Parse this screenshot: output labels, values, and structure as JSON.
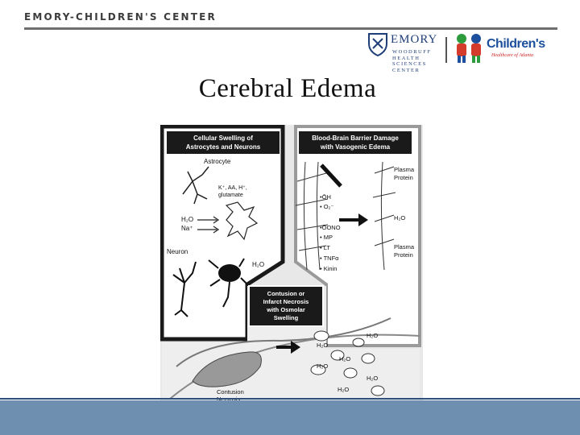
{
  "header": {
    "org": "EMORY-CHILDREN'S CENTER"
  },
  "logos": {
    "emory": "EMORY",
    "whsc": [
      "WOODRUFF",
      "HEALTH",
      "SCIENCES",
      "CENTER"
    ],
    "childrens": "Children's",
    "childrens_sub": "Healthcare of Atlanta"
  },
  "slide": {
    "title": "Cerebral Edema"
  },
  "diagram": {
    "panel_left_title": [
      "Cellular Swelling of",
      "Astrocytes and Neurons"
    ],
    "panel_right_title": [
      "Blood-Brain Barrier Damage",
      "with Vasogenic Edema"
    ],
    "panel_bottom_title": [
      "Contusion or",
      "Infarct Necrosis",
      "with Osmolar",
      "Swelling"
    ],
    "astrocyte": "Astrocyte",
    "ions": "K⁺, AA, H⁺,",
    "glutamate": "glutamate",
    "h2o": "H₂O",
    "na": "Na⁺",
    "neuron": "Neuron",
    "mediators": [
      "•ŌH",
      "• O₂⁻",
      "•ŌONO",
      "• MP",
      "• LT",
      "• TNFα",
      "• Kinin"
    ],
    "plasma_protein": [
      "Plasma",
      "Protein"
    ],
    "contusion_necrosis": [
      "Contusion",
      "Necrosis"
    ]
  },
  "colors": {
    "footer": "#6f8fb1",
    "navy": "#1f3e78",
    "panel_dark": "#1a1a1a",
    "panel_bg": "#e6e6e6"
  }
}
